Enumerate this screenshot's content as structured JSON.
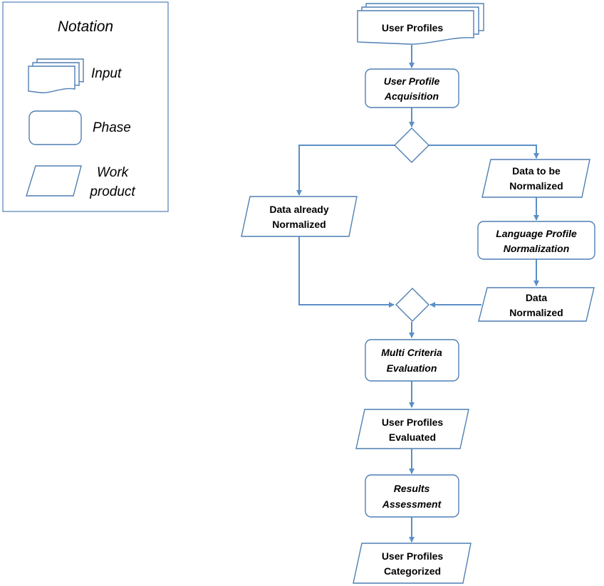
{
  "legend": {
    "title": "Notation",
    "input_label": "Input",
    "phase_label": "Phase",
    "work_product_line1": "Work",
    "work_product_line2": "product"
  },
  "nodes": {
    "user_profiles": {
      "line1": "User Profiles"
    },
    "acquisition": {
      "line1": "User Profile",
      "line2": "Acquisition"
    },
    "already_normalized": {
      "line1": "Data already",
      "line2": "Normalized"
    },
    "to_be_normalized": {
      "line1": "Data to be",
      "line2": "Normalized"
    },
    "lang_normalization": {
      "line1": "Language Profile",
      "line2": "Normalization"
    },
    "data_normalized": {
      "line1": "Data",
      "line2": "Normalized"
    },
    "multi_criteria": {
      "line1": "Multi Criteria",
      "line2": "Evaluation"
    },
    "evaluated": {
      "line1": "User Profiles",
      "line2": "Evaluated"
    },
    "results": {
      "line1": "Results",
      "line2": "Assessment"
    },
    "categorized": {
      "line1": "User Profiles",
      "line2": "Categorized"
    }
  },
  "colors": {
    "shape_stroke": "#4f7fb3",
    "connector": "#5b8fc7",
    "text": "#000000"
  }
}
